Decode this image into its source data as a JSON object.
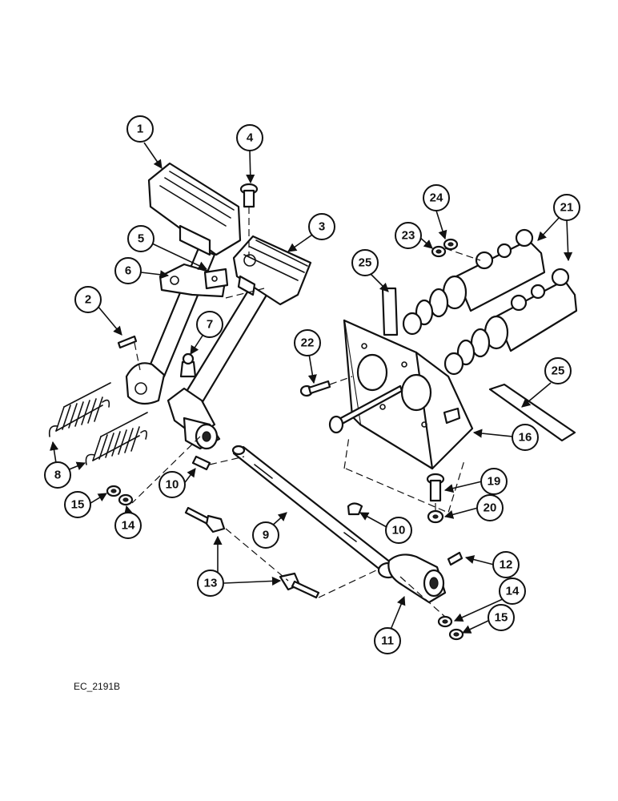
{
  "figure_ref": "EC_2191B",
  "callouts": [
    "1",
    "2",
    "3",
    "4",
    "5",
    "6",
    "7",
    "8",
    "9",
    "10",
    "10",
    "11",
    "12",
    "13",
    "14",
    "14",
    "15",
    "15",
    "16",
    "19",
    "20",
    "21",
    "22",
    "23",
    "24",
    "25",
    "25"
  ]
}
